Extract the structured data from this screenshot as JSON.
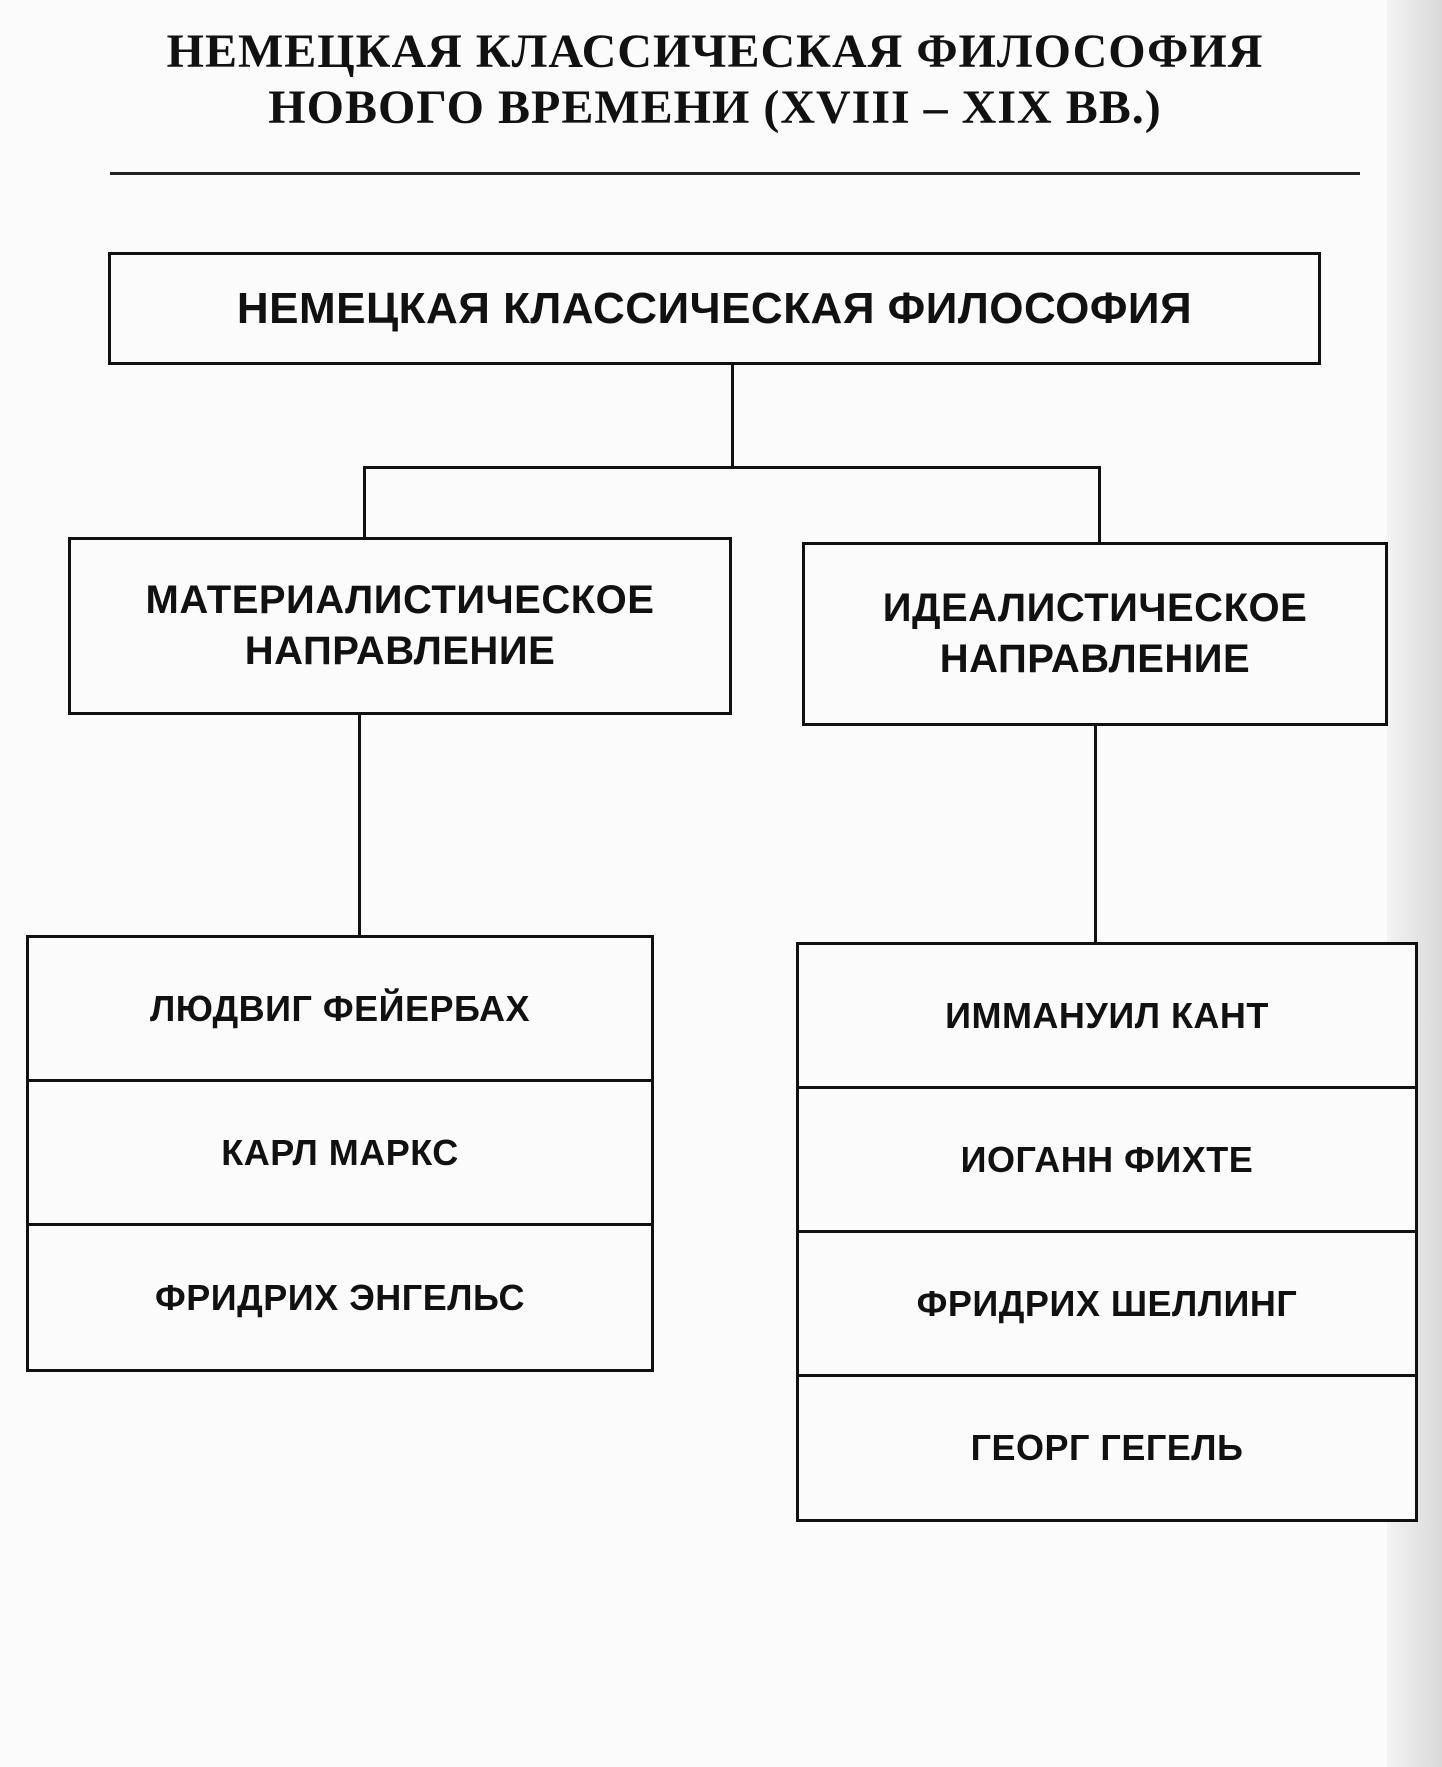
{
  "header": {
    "title_line1": "НЕМЕЦКАЯ КЛАССИЧЕСКАЯ ФИЛОСОФИЯ",
    "title_line2": "НОВОГО ВРЕМЕНИ   (XVIII – XIX ВВ.)"
  },
  "diagram": {
    "root": "НЕМЕЦКАЯ КЛАССИЧЕСКАЯ ФИЛОСОФИЯ",
    "branches": [
      {
        "label_line1": "МАТЕРИАЛИСТИЧЕСКОЕ",
        "label_line2": "НАПРАВЛЕНИЕ",
        "members": [
          "ЛЮДВИГ ФЕЙЕРБАХ",
          "КАРЛ МАРКС",
          "ФРИДРИХ ЭНГЕЛЬС"
        ]
      },
      {
        "label_line1": "ИДЕАЛИСТИЧЕСКОЕ",
        "label_line2": "НАПРАВЛЕНИЕ",
        "members": [
          "ИММАНУИЛ КАНТ",
          "ИОГАНН ФИХТЕ",
          "ФРИДРИХ ШЕЛЛИНГ",
          "ГЕОРГ ГЕГЕЛЬ"
        ]
      }
    ]
  },
  "colors": {
    "ink": "#111111",
    "paper": "#fbfbfb"
  }
}
